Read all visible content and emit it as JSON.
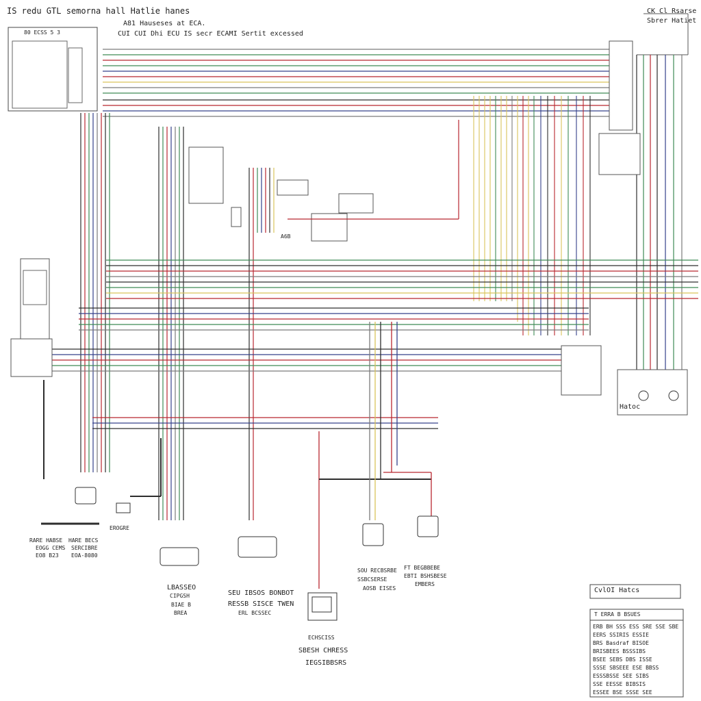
{
  "header": {
    "title": "IS redu GTL semorna hall Hatlie hanes",
    "subtitle_a": "A81 Hauseses at ECA.",
    "subtitle_b": "CUI CUI Dhi ECU IS secr ECAMI Sertit excessed",
    "left_box_caption": "80 ECSS 5 3"
  },
  "corner_box": {
    "line1": "CK Cl Rsarse",
    "line2": "Sbrer Hatiet"
  },
  "bottom_labels": {
    "sensor1": [
      "RARE HABSE",
      "EOGG CEMS",
      "EO8 B23"
    ],
    "sensor2": [
      "HARE BECS",
      "SERCIBRE",
      "EOA-8080"
    ],
    "sensor3_caption": "EROGRE",
    "sensor4": [
      "LBASSEO",
      "CIPGSH",
      "BIAE B",
      "BREA"
    ],
    "sensor5": [
      "SEU IBSOS BONBOT",
      "RESSB SISCE TWEN",
      "ERL BCSSEC"
    ],
    "sensor6": [
      "ECHSCISS",
      "SBESH CHRESS",
      "IEGSIBBSRS"
    ],
    "sensor7": [
      "SOU RECBSRBE",
      "SSBCSERSE",
      "AOSB EISES"
    ],
    "sensor8": [
      "FT BEGBBEBE",
      "EBTI BSHSBESE",
      "EMBERS"
    ],
    "ecu_label": "Hatoc",
    "small_mid_label": "A6B"
  },
  "legend": {
    "title": "CvlOI Hatcs",
    "header_row": "T ERRA B BSUES",
    "rows": [
      "ERB BH SSS ESS  SRE  SSE SBE",
      "EERS SSIRIS ESSIE",
      "BRS Basdraf BISOE",
      "BRISBEES BSSSIBS",
      "BSEE SEBS  DBS ISSE",
      "SSSE SBSEEE ESE  BBSS",
      "ESSSBSSE SEE SIBS",
      "SSE EESSE BIBSIS",
      "ESSEE BSE SSSE SEE"
    ]
  },
  "colors": {
    "wire_red": "#b8262f",
    "wire_green": "#3e8a55",
    "wire_blue": "#34408a",
    "wire_yellow": "#d9c35a",
    "wire_dark": "#2d2d2d",
    "wire_grey": "#7a7a7a",
    "wire_brown": "#8a5a3a"
  },
  "icons": [
    "ecu-module-icon",
    "connector-icon",
    "sensor-icon",
    "gauge-icon"
  ]
}
